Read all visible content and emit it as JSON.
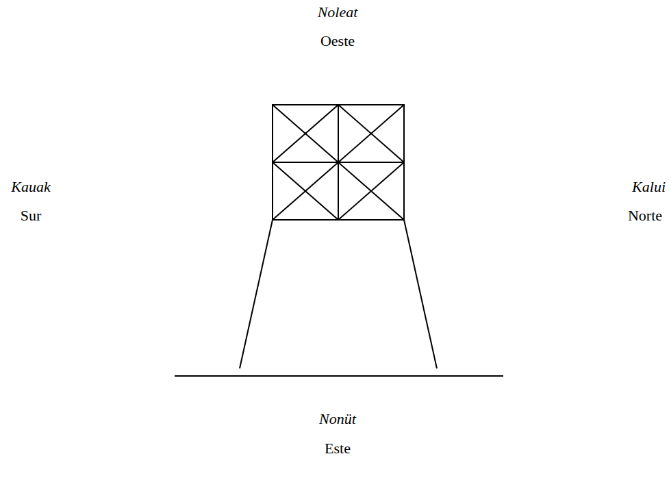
{
  "diagram": {
    "labels": [
      "Noleat",
      "Oeste",
      "Kauak",
      "Sur",
      "Kalui",
      "Norte",
      "Nonüt",
      "Este"
    ]
  }
}
